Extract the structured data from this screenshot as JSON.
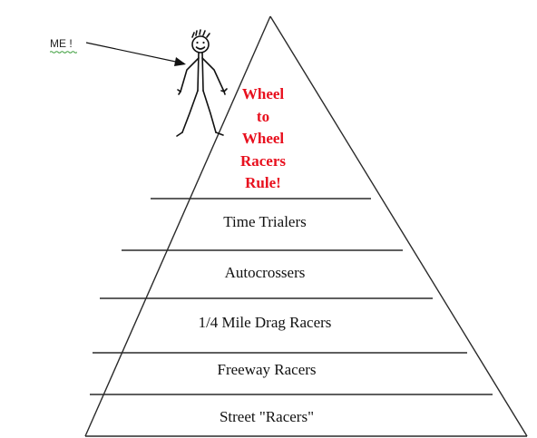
{
  "annotation": {
    "label": "ME !"
  },
  "top_tier": {
    "lines": [
      "Wheel",
      "to",
      "Wheel",
      "Racers",
      "Rule!"
    ],
    "color": "#e8101e"
  },
  "tiers": [
    {
      "label": "Time Trialers"
    },
    {
      "label": "Autocrossers"
    },
    {
      "label": "1/4 Mile Drag Racers"
    },
    {
      "label": "Freeway Racers"
    },
    {
      "label": "Street \"Racers\""
    }
  ]
}
